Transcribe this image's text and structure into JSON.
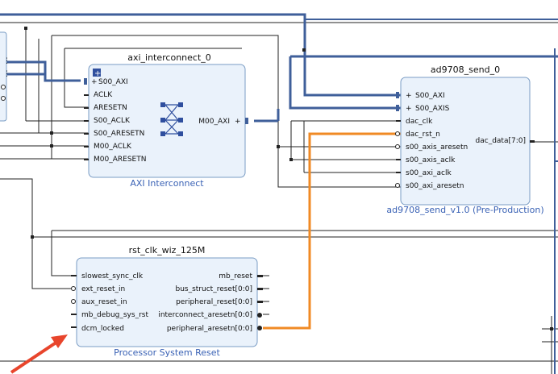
{
  "colors": {
    "block_fill": "#eaf2fb",
    "block_border": "#7a9cc4",
    "bus_wire": "#3f5f9a",
    "net_wire": "#222222",
    "highlight_wire": "#f08a24",
    "annotation_arrow": "#e8452c",
    "subtitle_text": "#3a62b5"
  },
  "blocks": {
    "axi_interconnect": {
      "instance_name": "axi_interconnect_0",
      "ip_name": "AXI Interconnect",
      "pins_in": [
        "S00_AXI",
        "ACLK",
        "ARESETN",
        "S00_ACLK",
        "S00_ARESETN",
        "M00_ACLK",
        "M00_ARESETN"
      ],
      "pins_out": [
        "M00_AXI"
      ],
      "icons": [
        "expand-plus-icon",
        "crossbar-icon"
      ]
    },
    "ad9708_send": {
      "instance_name": "ad9708_send_0",
      "ip_name": "ad9708_send_v1.0 (Pre-Production)",
      "pins_in": [
        "S00_AXI",
        "S00_AXIS",
        "dac_clk",
        "dac_rst_n",
        "s00_axis_aresetn",
        "s00_axis_aclk",
        "s00_axi_aclk",
        "s00_axi_aresetn"
      ],
      "pins_out": [
        "dac_data[7:0]"
      ]
    },
    "rst_clk_wiz": {
      "instance_name": "rst_clk_wiz_125M",
      "ip_name": "Processor System Reset",
      "pins_in": [
        "slowest_sync_clk",
        "ext_reset_in",
        "aux_reset_in",
        "mb_debug_sys_rst",
        "dcm_locked"
      ],
      "pins_out": [
        "mb_reset",
        "bus_struct_reset[0:0]",
        "peripheral_reset[0:0]",
        "interconnect_aresetn[0:0]",
        "peripheral_aresetn[0:0]"
      ]
    }
  },
  "annotation": {
    "icon": "red-arrow-icon",
    "target": "dcm_locked"
  }
}
